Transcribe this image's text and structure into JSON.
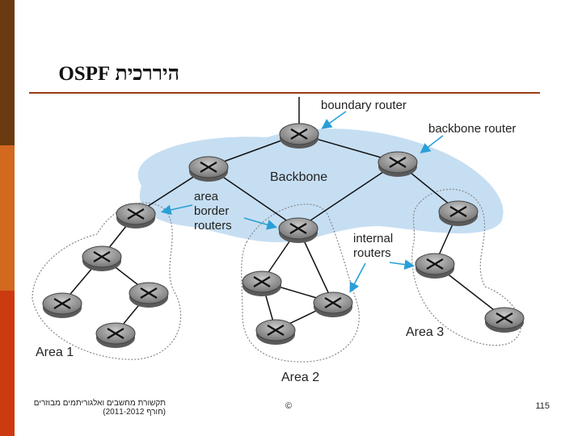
{
  "slide": {
    "title": "היררכית OSPF",
    "footer": {
      "course_line1": "תקשורת מחשבים ואלגוריתמים מבוזרים",
      "course_line2": "(חורף 2011-2012)",
      "copyright": "©",
      "page_number": "115"
    }
  },
  "diagram": {
    "region_labels": {
      "backbone": "Backbone",
      "area1": "Area 1",
      "area2": "Area 2",
      "area3": "Area 3"
    },
    "callouts": {
      "boundary_router": "boundary router",
      "backbone_router": "backbone router",
      "abr_line1": "area",
      "abr_line2": "border",
      "abr_line3": "routers",
      "internal_line1": "internal",
      "internal_line2": "routers"
    },
    "colors": {
      "backbone_fill": "#c6def2",
      "arrow": "#2a9fd6",
      "router_fill": "#9a9a9a",
      "link": "#111111"
    }
  }
}
